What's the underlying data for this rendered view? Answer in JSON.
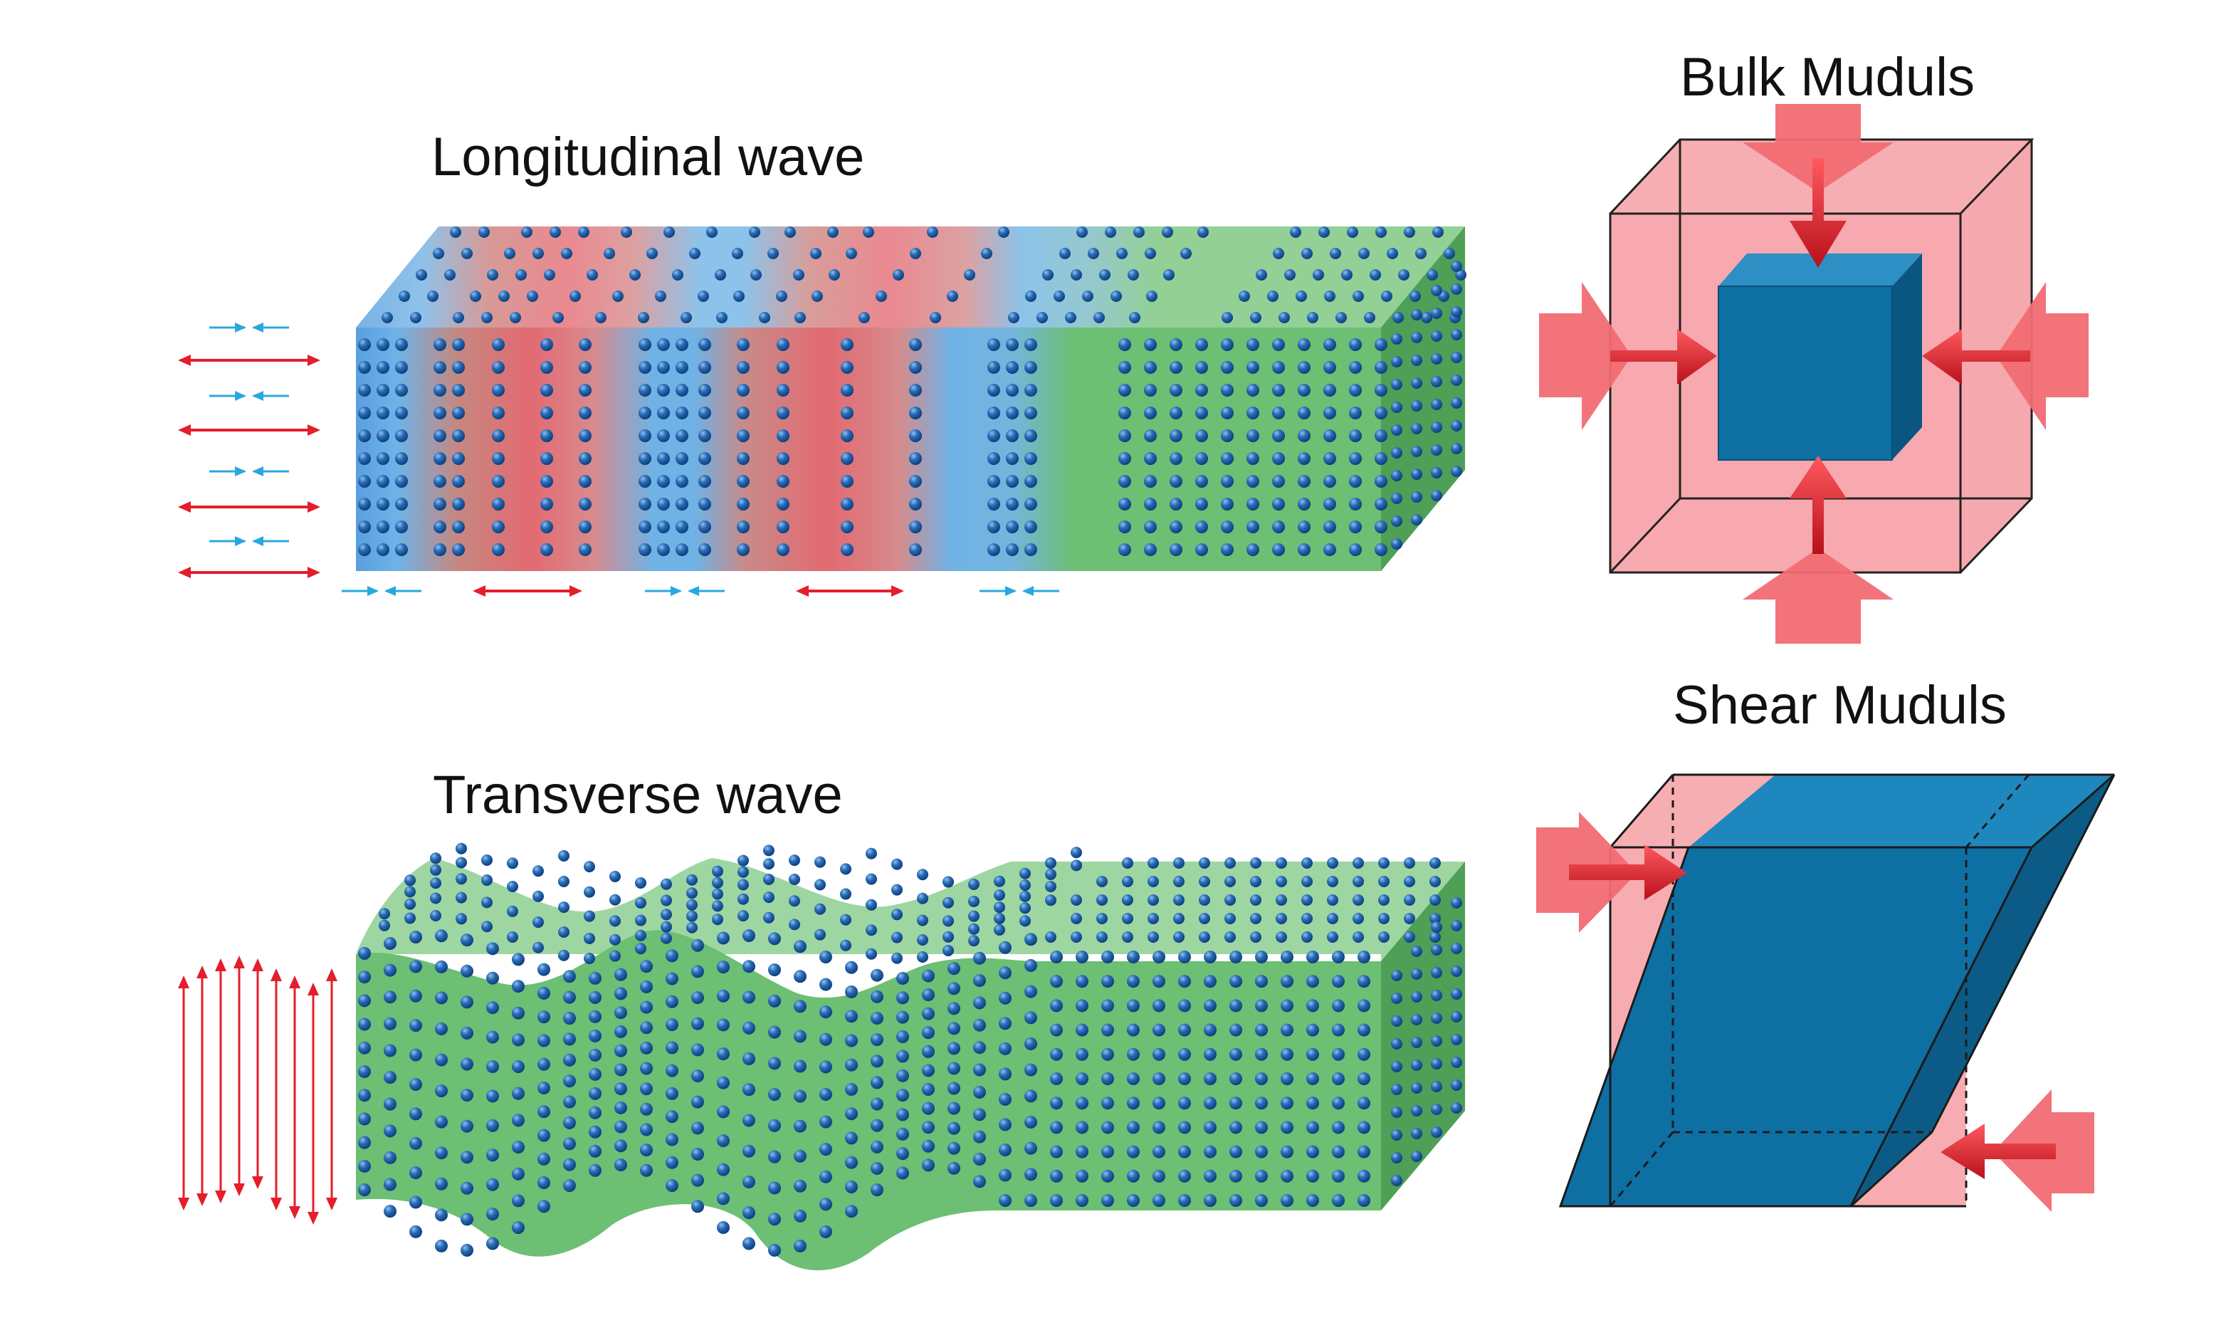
{
  "labels": {
    "longitudinal": "Longitudinal wave",
    "transverse": "Transverse wave",
    "bulk": "Bulk Muduls",
    "shear": "Shear Muduls"
  },
  "colors": {
    "atom": "#1f5fa8",
    "atom_highlight": "#6fa6e0",
    "green": "#6cbf73",
    "green_top": "#9ed6a2",
    "green_side": "#4f9f57",
    "compress_blue": "#69b2e6",
    "stretch_red": "#e06a72",
    "arrow_red": "#e41e2b",
    "arrow_blue": "#29a8e0",
    "pink": "#f6a0a6",
    "big_arrow": "#f26b73",
    "cube_blue": "#0e6fa3",
    "cube_top": "#2e8fc4",
    "cube_side": "#0a5680"
  },
  "icons": {
    "longitudinal_arrows": "double-arrow-icon",
    "transverse_arrows": "vertical-double-arrow-icon",
    "bulk_pressure": "pressure-arrow-icon",
    "shear_force": "shear-arrow-icon"
  }
}
